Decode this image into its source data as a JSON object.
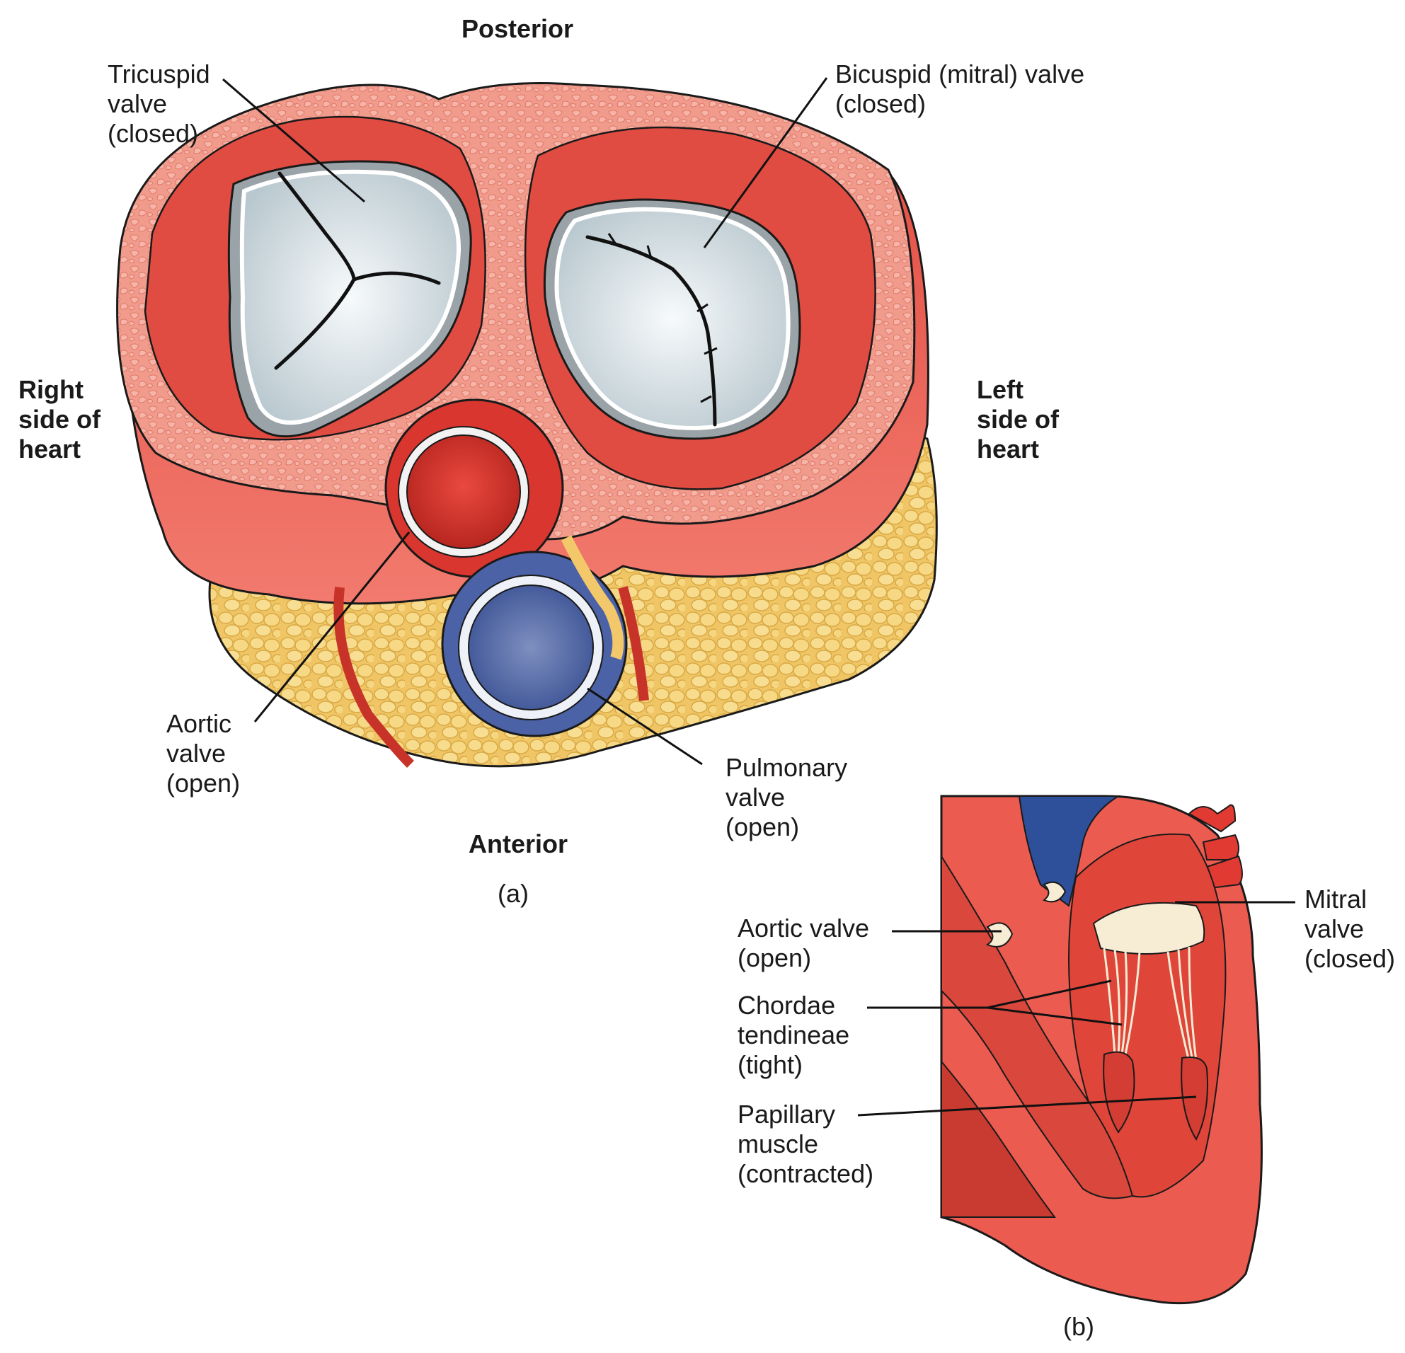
{
  "colors": {
    "muscle": "#e8574d",
    "muscle_dark": "#c8322c",
    "muscle_light": "#f2877a",
    "valve_leaflet": "#d7e1e6",
    "valve_rim": "#f4f6f7",
    "aorta": "#e03a33",
    "pulmonary": "#4a64a8",
    "fat": "#f4d37c",
    "fat_dark": "#e2b653",
    "chordae": "#f5ecd6",
    "leader": "#111111"
  },
  "panel_a": {
    "caption": "(a)",
    "orientation": {
      "posterior": "Posterior",
      "anterior": "Anterior",
      "right": [
        "Right",
        "side of",
        "heart"
      ],
      "left": [
        "Left",
        "side of",
        "heart"
      ]
    },
    "labels": {
      "tricuspid": [
        "Tricuspid",
        "valve",
        "(closed)"
      ],
      "bicuspid": [
        "Bicuspid (mitral) valve",
        "(closed)"
      ],
      "aortic": [
        "Aortic",
        "valve",
        "(open)"
      ],
      "pulmonary": [
        "Pulmonary",
        "valve",
        "(open)"
      ]
    }
  },
  "panel_b": {
    "caption": "(b)",
    "labels": {
      "mitral": [
        "Mitral",
        "valve",
        "(closed)"
      ],
      "aortic": [
        "Aortic valve",
        "(open)"
      ],
      "chordae": [
        "Chordae",
        "tendineae",
        "(tight)"
      ],
      "papillary": [
        "Papillary",
        "muscle",
        "(contracted)"
      ]
    }
  }
}
